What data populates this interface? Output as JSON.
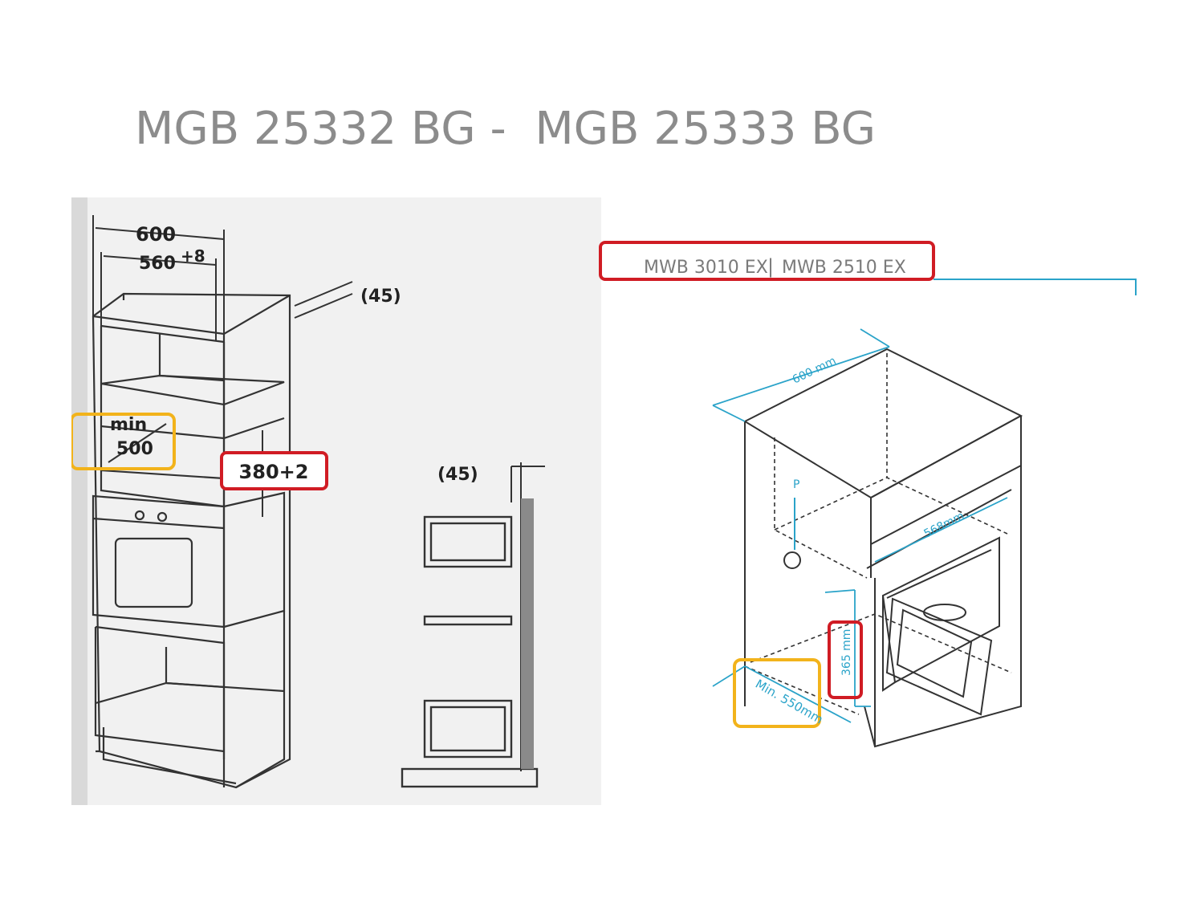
{
  "slide": {
    "title": "MGB 25332 BG -  MGB 25333 BG"
  },
  "left_drawing": {
    "dim_600": "600",
    "dim_560": "560",
    "dim_560_tol": "+8",
    "dim_45_top": "(45)",
    "dim_min": "min",
    "dim_500": "500",
    "dim_380": "380+2",
    "dim_45_side": "(45)"
  },
  "right_drawing": {
    "model_a": "MWB 3010 EX",
    "separator": "|",
    "model_b": "MWB 2510 EX",
    "dim_600mm": "600 mm",
    "dim_568mm": "568mm",
    "dim_365mm": "365 mm",
    "dim_min550": "Min. 550mm",
    "label_p": "P"
  },
  "colors": {
    "title": "#8c8c8c",
    "red_box": "#d01c24",
    "yellow_box": "#f2b31b",
    "dimension_blue": "#2aa3c9",
    "scan_background": "#efefef",
    "line_dark": "#333333"
  }
}
